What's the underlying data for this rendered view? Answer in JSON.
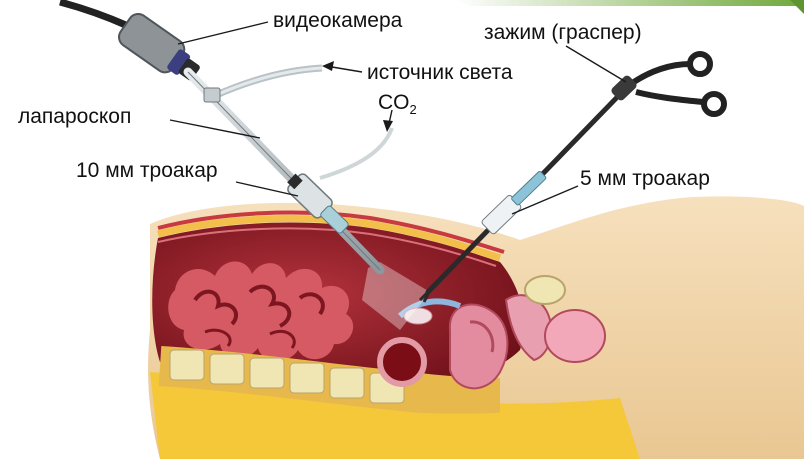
{
  "labels": {
    "videocamera": "видеокамера",
    "light_source": "источник света",
    "co2": "CO",
    "co2_subscript": "2",
    "laparoscope": "лапароскоп",
    "trocar_10mm": "10 мм троакар",
    "grasper": "зажим (граспер)",
    "trocar_5mm": "5 мм троакар"
  },
  "colors": {
    "tissue_dark": "#8a1a22",
    "tissue_light": "#e58ca0",
    "skin": "#f1d6ad",
    "fat": "#f5cc3c",
    "bone": "#f0e6b4",
    "accent_green": "#7ab340"
  }
}
